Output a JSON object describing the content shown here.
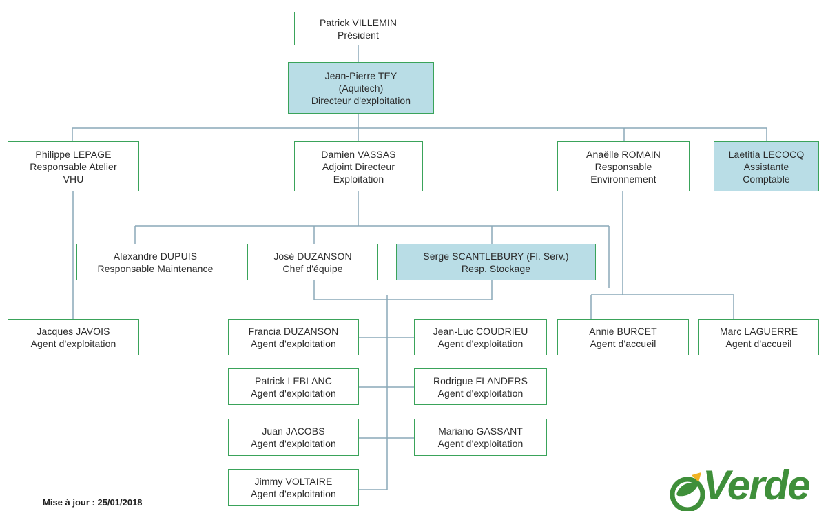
{
  "org": {
    "president": {
      "name": "Patrick VILLEMIN",
      "role": "Président"
    },
    "director": {
      "name": "Jean-Pierre TEY",
      "company": "(Aquitech)",
      "role": "Directeur d'exploitation"
    },
    "lepage": {
      "name": "Philippe LEPAGE",
      "role1": "Responsable Atelier",
      "role2": "VHU"
    },
    "vassas": {
      "name": "Damien VASSAS",
      "role1": "Adjoint Directeur",
      "role2": "Exploitation"
    },
    "romain": {
      "name": "Anaëlle ROMAIN",
      "role1": "Responsable",
      "role2": "Environnement"
    },
    "lecocq": {
      "name": "Laetitia LECOCQ",
      "role1": "Assistante",
      "role2": "Comptable"
    },
    "dupuis": {
      "name": "Alexandre DUPUIS",
      "role": "Responsable Maintenance"
    },
    "jduzanson": {
      "name": "José DUZANSON",
      "role": "Chef d'équipe"
    },
    "scantlebury": {
      "name": "Serge SCANTLEBURY  (Fl. Serv.)",
      "role": "Resp. Stockage"
    },
    "javois": {
      "name": "Jacques JAVOIS",
      "role": "Agent d'exploitation"
    },
    "fduzanson": {
      "name": "Francia DUZANSON",
      "role": "Agent d'exploitation"
    },
    "coudrieu": {
      "name": "Jean-Luc COUDRIEU",
      "role": "Agent d'exploitation"
    },
    "leblanc": {
      "name": "Patrick LEBLANC",
      "role": "Agent d'exploitation"
    },
    "flanders": {
      "name": "Rodrigue FLANDERS",
      "role": "Agent d'exploitation"
    },
    "jacobs": {
      "name": "Juan JACOBS",
      "role": "Agent d'exploitation"
    },
    "gassant": {
      "name": "Mariano GASSANT",
      "role": "Agent d'exploitation"
    },
    "voltaire": {
      "name": "Jimmy VOLTAIRE",
      "role": "Agent d'exploitation"
    },
    "burcet": {
      "name": "Annie BURCET",
      "role": "Agent d'accueil"
    },
    "laguerre": {
      "name": "Marc LAGUERRE",
      "role": "Agent d'accueil"
    }
  },
  "footer": {
    "update": "Mise à jour : 25/01/2018"
  },
  "logo": {
    "word": "Verde"
  },
  "colors": {
    "box_border": "#3aa35a",
    "highlight_fill": "#b9dde6",
    "connector": "#8aa9b8",
    "logo_green": "#3f8f3a"
  }
}
